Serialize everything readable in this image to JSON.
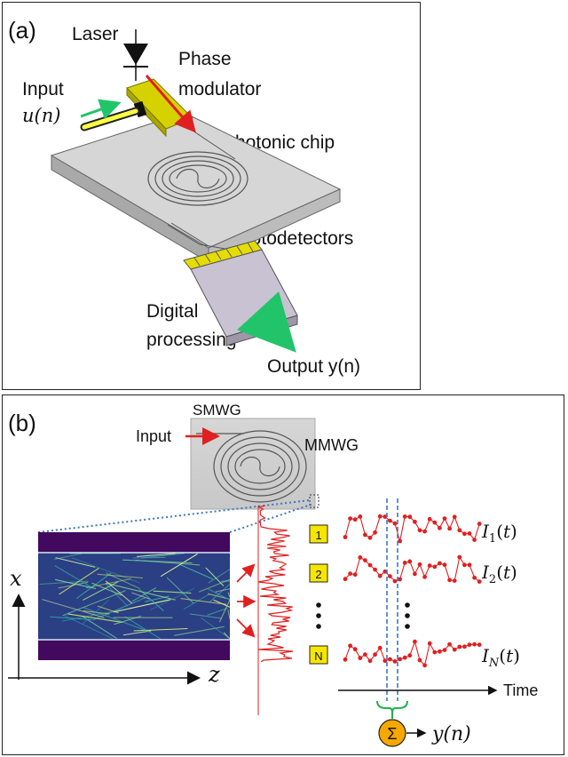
{
  "panel_a": {
    "tag": "(a)",
    "laser": "Laser",
    "phase_1": "Phase",
    "phase_2": "modulator",
    "input_1": "Input",
    "input_2": "u(n)",
    "chip": "Photonic chip",
    "photodetectors": "Photodetectors",
    "digital_1": "Digital",
    "digital_2": "processing",
    "output": "Output y(n)"
  },
  "panel_b": {
    "tag": "(b)",
    "smwg": "SMWG",
    "input": "Input",
    "mmwg": "MMWG",
    "axis_x": "x",
    "axis_z": "z",
    "det1": "1",
    "det2": "2",
    "detN": "N",
    "i1": "I₁(t)",
    "i2": "I₂(t)",
    "iN": "I_N(t)",
    "time": "Time",
    "sum": "Σ",
    "yn": "y(n)"
  },
  "colors": {
    "red": "#e02020",
    "green": "#22c46a",
    "yellow": "#f5e600",
    "chip": "#d3d3d3",
    "speckle_bg": "#3b1a63",
    "speckle_band": "#4b0f68",
    "sum_circle": "#f5a800",
    "dash_blue": "#3a78c2"
  }
}
